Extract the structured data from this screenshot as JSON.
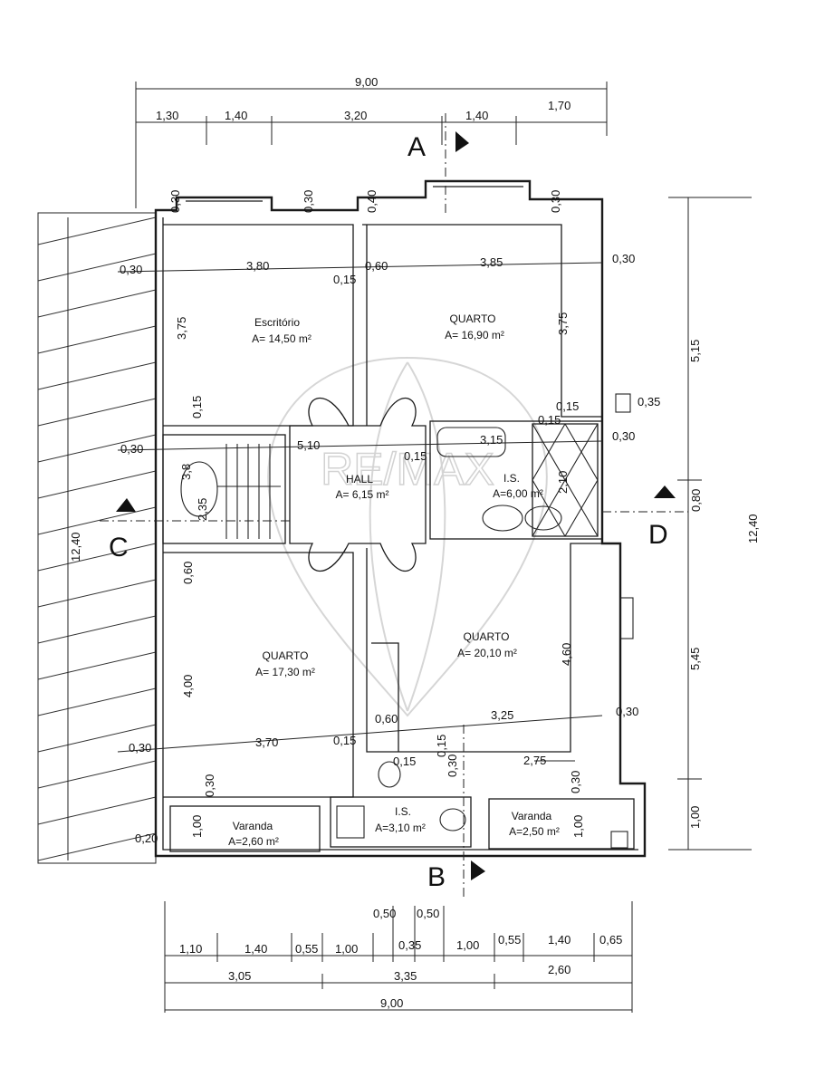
{
  "watermark": {
    "text": "RE/MAX"
  },
  "section_markers": {
    "a": "A",
    "b": "B",
    "c": "C",
    "d": "D"
  },
  "rooms": {
    "escritorio": {
      "name": "Escritório",
      "area": "A= 14,50 m²"
    },
    "quarto_ne": {
      "name": "QUARTO",
      "area": "A= 16,90 m²"
    },
    "hall": {
      "name": "HALL",
      "area": "A= 6,15 m²"
    },
    "is_main": {
      "name": "I.S.",
      "area": "A=6,00 m²"
    },
    "quarto_sw": {
      "name": "QUARTO",
      "area": "A= 17,30 m²"
    },
    "quarto_se": {
      "name": "QUARTO",
      "area": "A= 20,10 m²"
    },
    "is_small": {
      "name": "I.S.",
      "area": "A=3,10 m²"
    },
    "varanda_w": {
      "name": "Varanda",
      "area": "A=2,60 m²"
    },
    "varanda_e": {
      "name": "Varanda",
      "area": "A=2,50 m²"
    }
  },
  "dimensions": {
    "top_total": "9,00",
    "top_parts": [
      "1,30",
      "1,40",
      "3,20",
      "1,40",
      "1,70"
    ],
    "bottom_row1": [
      "1,10",
      "1,40",
      "0,55",
      "1,00",
      "0,35",
      "1,00",
      "0,55",
      "1,40",
      "0,65"
    ],
    "bottom_small": [
      "0,50",
      "0,50"
    ],
    "bottom_row2": [
      "3,05",
      "3,35",
      "2,60"
    ],
    "bottom_total": "9,00",
    "right_total": "12,40",
    "right_parts": [
      "5,15",
      "5,45",
      "1,00"
    ],
    "left_total": "12,40",
    "interior": {
      "wall_030_a": "0,30",
      "wall_030_b": "0,30",
      "wall_040": "0,40",
      "wall_030_c": "0,30",
      "l_030_top": "0,30",
      "esc_width": "3,80",
      "wall_015_a": "0,15",
      "wall_060_a": "0,60",
      "q_ne_width": "3,85",
      "r_030_top": "0,30",
      "esc_height": "3,75",
      "q_ne_height": "3,75",
      "wall_015_b": "0,15",
      "wall_015_c": "0,15",
      "wall_035": "0,35",
      "l_030_mid": "0,30",
      "hall_width": "5,10",
      "wall_015_d": "0,15",
      "is_width": "3,15",
      "r_030_mid": "0,30",
      "wall_015_e": "0,15",
      "is_height": "2,10",
      "wall_080": "0,80",
      "stair_dim": "2,35",
      "stair_dim_b": "3,8",
      "wall_060_b": "0,60",
      "q_sw_height": "4,00",
      "q_se_height": "4,60",
      "wall_060_c": "0,60",
      "q_se_width": "3,25",
      "r_030_low": "0,30",
      "l_030_low": "0,30",
      "q_sw_width": "3,70",
      "wall_015_f": "0,15",
      "wall_015_g": "0,15",
      "q_se_lower": "2,75",
      "wall_030_d": "0,30",
      "wall_030_e": "0,30",
      "l_020": "0,20",
      "var_w_h": "1,00",
      "var_e_h": "1,00",
      "wall_030_f": "0,30",
      "wall_015_h": "0,15"
    }
  }
}
